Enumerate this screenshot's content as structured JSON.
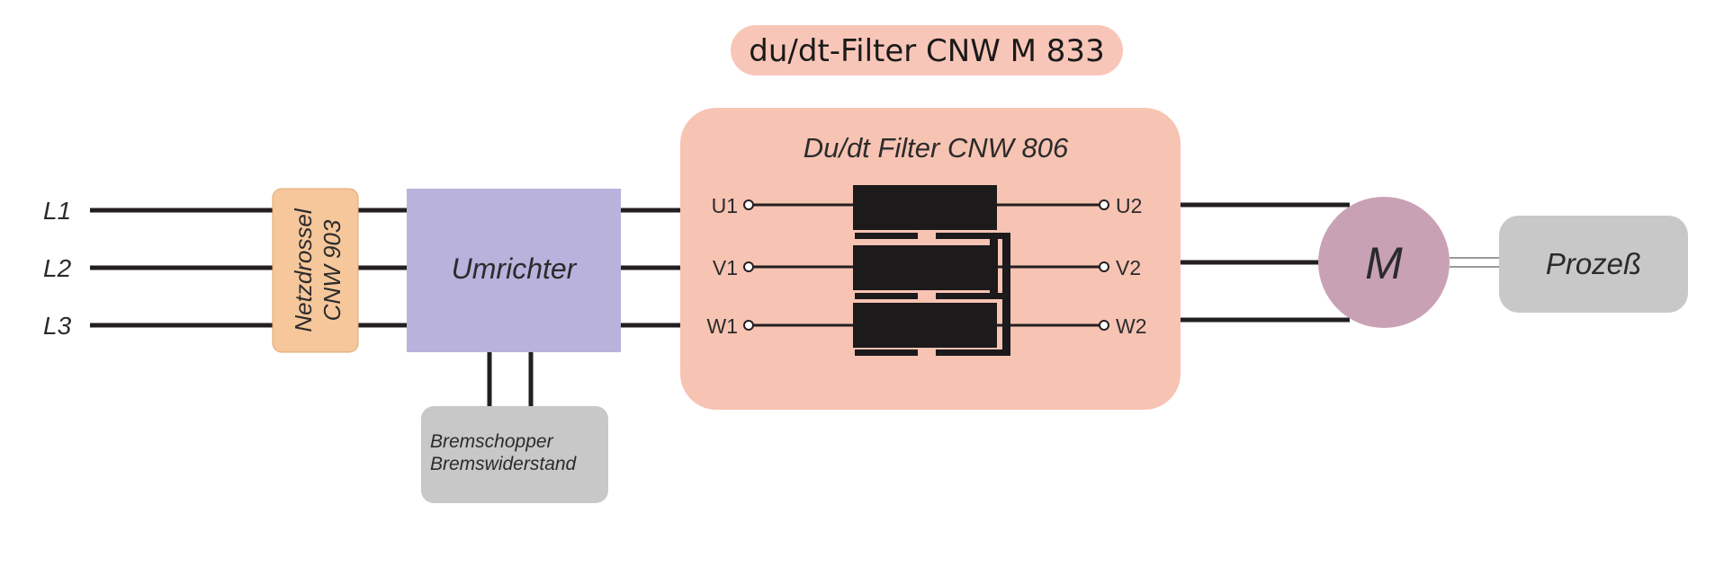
{
  "title": "du/dt-Filter CNW M 833",
  "lines": [
    "L1",
    "L2",
    "L3"
  ],
  "netzdrossel": {
    "line1": "Netzdrossel",
    "line2": "CNW 903"
  },
  "umrichter": "Umrichter",
  "bremse": {
    "line1": "Bremschopper",
    "line2": "Bremswiderstand"
  },
  "filter": {
    "title": "Du/dt Filter CNW 806",
    "inputs": [
      "U1",
      "V1",
      "W1"
    ],
    "outputs": [
      "U2",
      "V2",
      "W2"
    ]
  },
  "motor": "M",
  "prozess": "Prozeß",
  "colors": {
    "pill": "#f8c6b8",
    "netzdrossel": "#f6c79b",
    "umrichter": "#b9b2dc",
    "filter": "#f7c3b3",
    "motor": "#c9a1b5",
    "grey_box": "#c8c8c8",
    "core": "#1c1a1b",
    "wire": "#231f20"
  }
}
